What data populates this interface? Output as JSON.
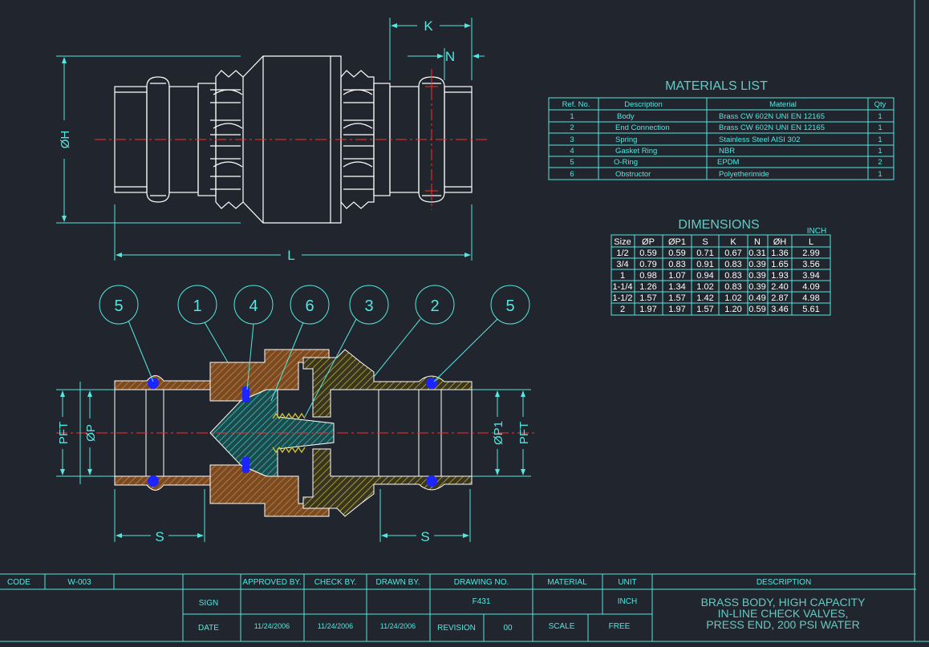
{
  "colors": {
    "background": "#21262e",
    "line": "#54e6e0",
    "white": "#ffffff",
    "centerline": "#ff2a2a",
    "brass": "#b86a2e",
    "hatch_yellow": "#c8c038",
    "hatch_cyan": "#3fd0c8",
    "seal": "#1c24ff",
    "title": "#66c9c4"
  },
  "top_view": {
    "dim_k": "K",
    "dim_n": "N",
    "dim_h": "ØH",
    "dim_l": "L"
  },
  "section_view": {
    "balloons": [
      "5",
      "1",
      "4",
      "6",
      "3",
      "2",
      "5"
    ],
    "dim_pft_left": "PFT",
    "dim_p": "ØP",
    "dim_p1": "ØP1",
    "dim_pft_right": "PFT",
    "dim_s_left": "S",
    "dim_s_right": "S"
  },
  "materials": {
    "title": "MATERIALS LIST",
    "headers": [
      "Ref. No.",
      "Description",
      "Material",
      "Qty"
    ],
    "rows": [
      [
        "1",
        "Body",
        "Brass CW 602N UNI EN 12165",
        "1"
      ],
      [
        "2",
        "End Connection",
        "Brass CW 602N UNI EN 12165",
        "1"
      ],
      [
        "3",
        "Spring",
        "Stainless Steel AISI 302",
        "1"
      ],
      [
        "4",
        "Gasket Ring",
        "NBR",
        "1"
      ],
      [
        "5",
        "O-Ring",
        "EPDM",
        "2"
      ],
      [
        "6",
        "Obstructor",
        "Polyetherimide",
        "1"
      ]
    ]
  },
  "dimensions": {
    "title": "DIMENSIONS",
    "unit": "INCH",
    "headers": [
      "Size",
      "ØP",
      "ØP1",
      "S",
      "K",
      "N",
      "ØH",
      "L"
    ],
    "rows": [
      [
        "1/2",
        "0.59",
        "0.59",
        "0.71",
        "0.67",
        "0.31",
        "1.36",
        "2.99"
      ],
      [
        "3/4",
        "0.79",
        "0.83",
        "0.91",
        "0.83",
        "0.39",
        "1.65",
        "3.56"
      ],
      [
        "1",
        "0.98",
        "1.07",
        "0.94",
        "0.83",
        "0.39",
        "1.93",
        "3.94"
      ],
      [
        "1-1/4",
        "1.26",
        "1.34",
        "1.02",
        "0.83",
        "0.39",
        "2.40",
        "4.09"
      ],
      [
        "1-1/2",
        "1.57",
        "1.57",
        "1.42",
        "1.02",
        "0.49",
        "2.87",
        "4.98"
      ],
      [
        "2",
        "1.97",
        "1.97",
        "1.57",
        "1.20",
        "0.59",
        "3.46",
        "5.61"
      ]
    ]
  },
  "title_block": {
    "code_label": "CODE",
    "code_value": "W-003",
    "approved_by": "APPROVED BY.",
    "check_by": "CHECK BY.",
    "drawn_by": "DRAWN BY.",
    "drawing_no_label": "DRAWING NO.",
    "drawing_no": "F431",
    "material_label": "MATERIAL",
    "unit_label": "UNIT",
    "unit_value": "INCH",
    "description_label": "DESCRIPTION",
    "sign_label": "SIGN",
    "date_label": "DATE",
    "date_approved": "11/24/2006",
    "date_check": "11/24/2006",
    "date_drawn": "11/24/2006",
    "revision_label": "REVISION",
    "revision_value": "00",
    "scale_label": "SCALE",
    "scale_value": "FREE",
    "description_lines": [
      "BRASS BODY, HIGH CAPACITY",
      "IN-LINE CHECK VALVES,",
      "PRESS END, 200 PSI WATER"
    ]
  }
}
